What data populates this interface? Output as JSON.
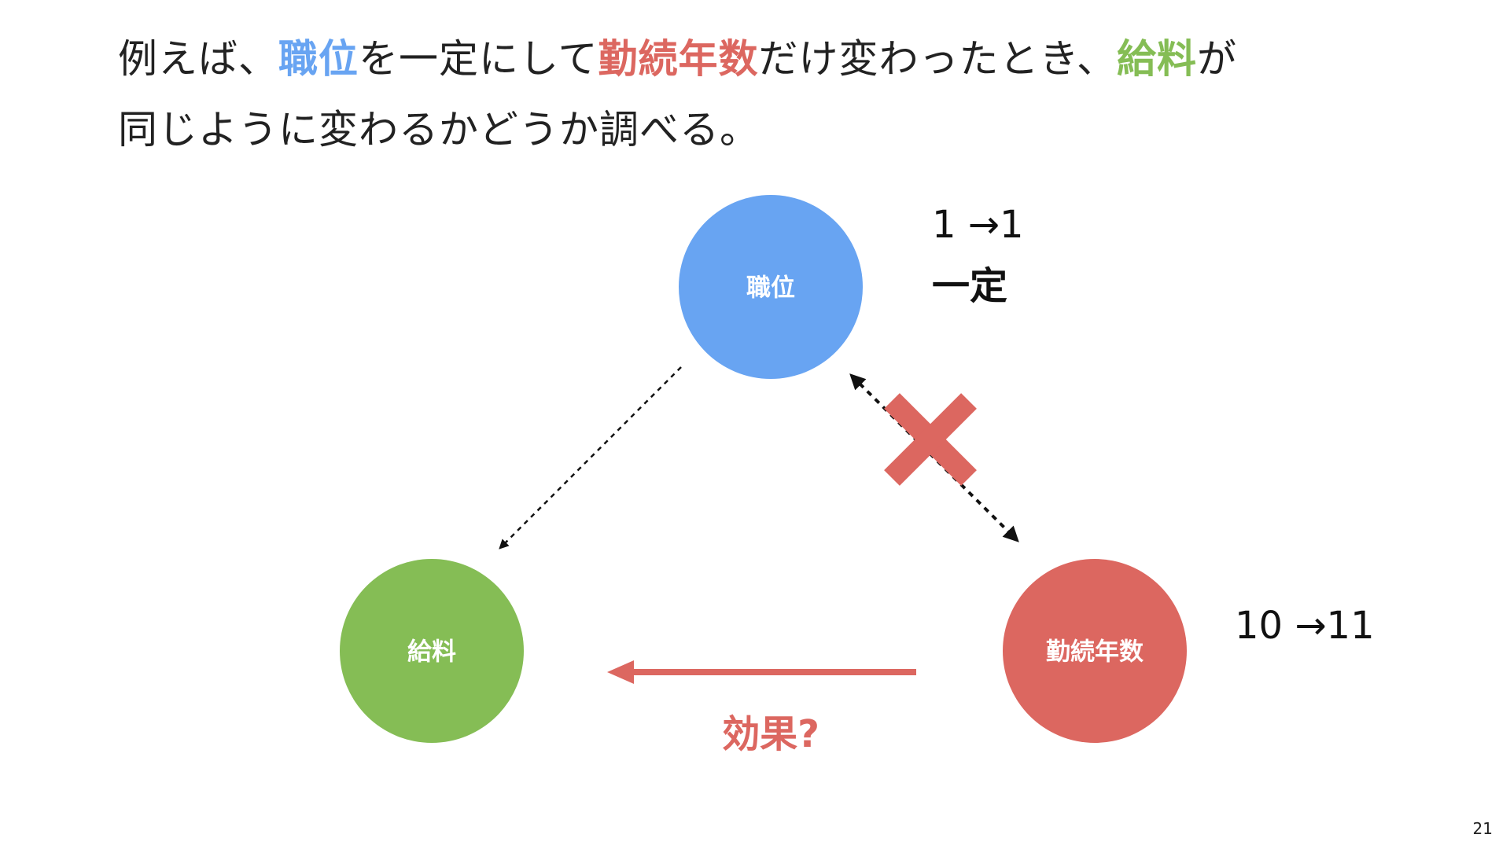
{
  "colors": {
    "position": "#68a4f2",
    "salary": "#85bd55",
    "tenure": "#dc6760",
    "text": "#222222",
    "arrow_dark": "#111111"
  },
  "title": {
    "line1": [
      {
        "text": "例えば、",
        "color": ""
      },
      {
        "text": "職位",
        "color": "#68a4f2"
      },
      {
        "text": "を一定にして",
        "color": ""
      },
      {
        "text": "勤続年数",
        "color": "#dc6760"
      },
      {
        "text": "だけ変わったとき、",
        "color": ""
      },
      {
        "text": "給料",
        "color": "#85bd55"
      },
      {
        "text": "が",
        "color": ""
      }
    ],
    "line2": "同じように変わるかどうか調べる。"
  },
  "nodes": {
    "position": {
      "label": "職位"
    },
    "salary": {
      "label": "給料"
    },
    "tenure": {
      "label": "勤続年数"
    }
  },
  "annotations": {
    "position_change": "1 →1",
    "position_constant": "一定",
    "tenure_change": "10 →11",
    "effect": "効果?"
  },
  "icons": {
    "blocked": "cross-icon"
  },
  "page_number": "21"
}
